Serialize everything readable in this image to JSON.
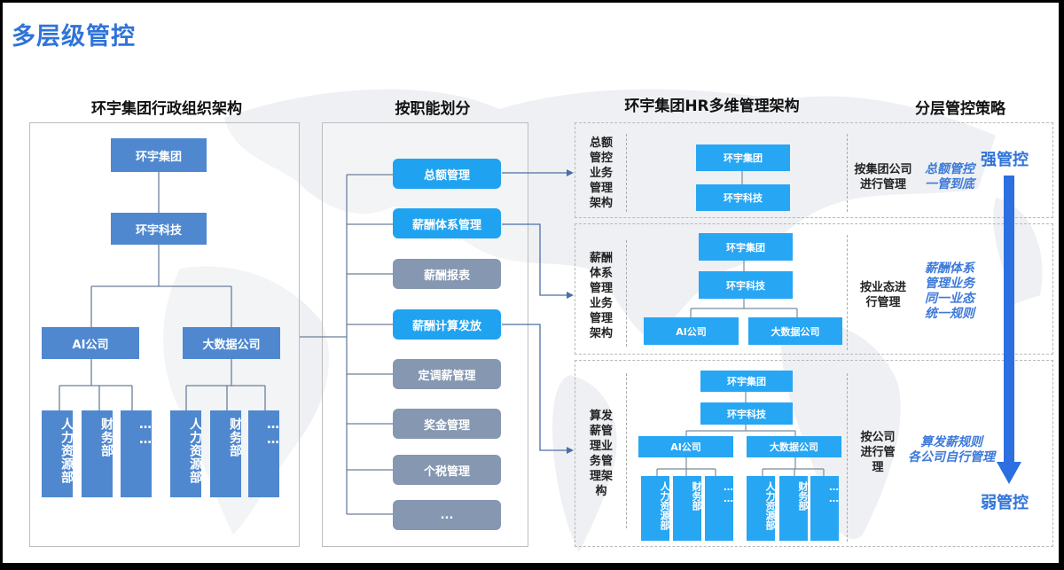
{
  "page_title": "多层级管控",
  "colors": {
    "title_blue": "#2f73d9",
    "org_box_blue": "#4f88cf",
    "function_active": "#1fa3f0",
    "function_muted": "#8597b1",
    "hr_box_blue": "#27a6f4",
    "arrow_blue": "#2b6fe0"
  },
  "sections": {
    "admin_org": {
      "heading": "环宇集团行政组织架构",
      "group": "环宇集团",
      "tech": "环宇科技",
      "companies": [
        {
          "name": "AI公司",
          "departments": [
            "人力资源部",
            "财务部",
            "……"
          ]
        },
        {
          "name": "大数据公司",
          "departments": [
            "人力资源部",
            "财务部",
            "……"
          ]
        }
      ]
    },
    "by_function": {
      "heading": "按职能划分",
      "items": [
        {
          "label": "总额管理",
          "state": "active"
        },
        {
          "label": "薪酬体系管理",
          "state": "active"
        },
        {
          "label": "薪酬报表",
          "state": "muted"
        },
        {
          "label": "薪酬计算发放",
          "state": "active"
        },
        {
          "label": "定调薪管理",
          "state": "muted"
        },
        {
          "label": "奖金管理",
          "state": "muted"
        },
        {
          "label": "个税管理",
          "state": "muted"
        },
        {
          "label": "...",
          "state": "muted"
        }
      ]
    },
    "hr_multi": {
      "heading": "环宇集团HR多维管理架构",
      "rows": [
        {
          "label": "总额\n管控\n业务\n管理\n架构",
          "group": "环宇集团",
          "tech": "环宇科技"
        },
        {
          "label": "薪酬\n体系\n管理\n业务\n管理\n架构",
          "group": "环宇集团",
          "tech": "环宇科技",
          "companies": [
            "AI公司",
            "大数据公司"
          ]
        },
        {
          "label": "算发\n薪管\n理业\n务管\n理架\n构",
          "group": "环宇集团",
          "tech": "环宇科技",
          "companies": [
            {
              "name": "AI公司",
              "departments": [
                "人力资源部",
                "财务部",
                "……"
              ]
            },
            {
              "name": "大数据公司",
              "departments": [
                "人力资源部",
                "财务部",
                "……"
              ]
            }
          ]
        }
      ]
    },
    "strategy": {
      "heading": "分层管控策略",
      "rows": [
        {
          "method": "按集团公司\n进行管理",
          "policy": "总额管控\n一管到底"
        },
        {
          "method": "按业态进\n行管理",
          "policy": "薪酬体系\n管理业务\n同一业态\n统一规则"
        },
        {
          "method": "按公司\n进行管\n理",
          "policy": "算发薪规则\n各公司自行管理"
        }
      ],
      "top_label": "强管控",
      "bottom_label": "弱管控"
    }
  }
}
